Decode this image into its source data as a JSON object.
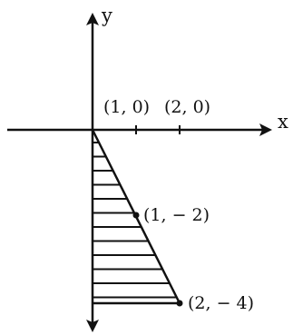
{
  "axes": {
    "x_label": "x",
    "y_label": "y"
  },
  "points": [
    {
      "label": "(1, 0)",
      "x": 1,
      "y": 0
    },
    {
      "label": "(2, 0)",
      "x": 2,
      "y": 0
    },
    {
      "label": "(1, − 2)",
      "x": 1,
      "y": -2
    },
    {
      "label": "(2, − 4)",
      "x": 2,
      "y": -4
    }
  ],
  "region": {
    "vertices": [
      [
        0,
        0
      ],
      [
        2,
        -4
      ],
      [
        0,
        -4
      ]
    ],
    "fill": "horizontal-hatch"
  },
  "colors": {
    "ink": "#111111",
    "background": "#ffffff"
  }
}
